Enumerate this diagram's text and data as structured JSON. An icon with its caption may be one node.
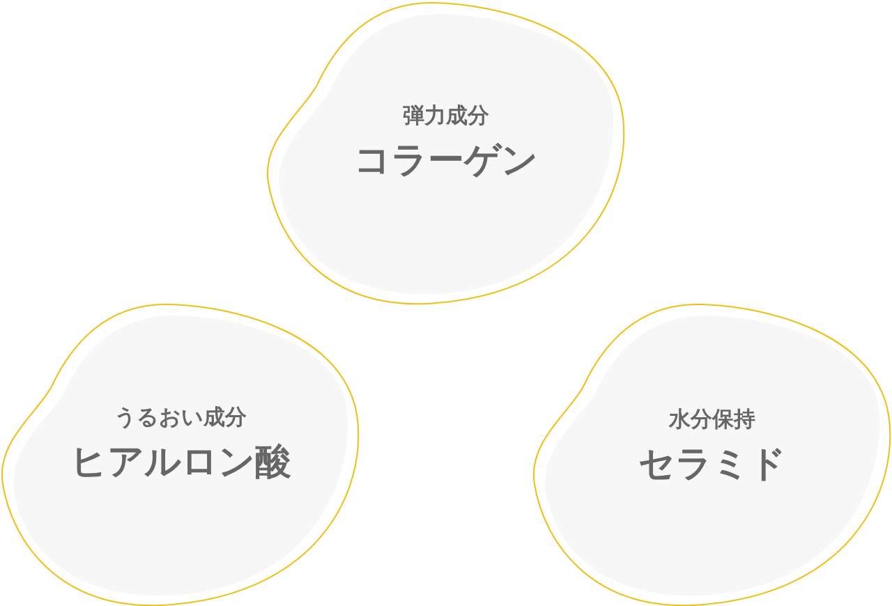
{
  "diagram": {
    "nodes": [
      {
        "text": [
          "弾力成分",
          "コラーゲン"
        ]
      },
      {
        "text": [
          "うるおい成分",
          "ヒアルロン酸"
        ]
      },
      {
        "text": [
          "水分保持",
          "セラミド"
        ]
      }
    ]
  }
}
